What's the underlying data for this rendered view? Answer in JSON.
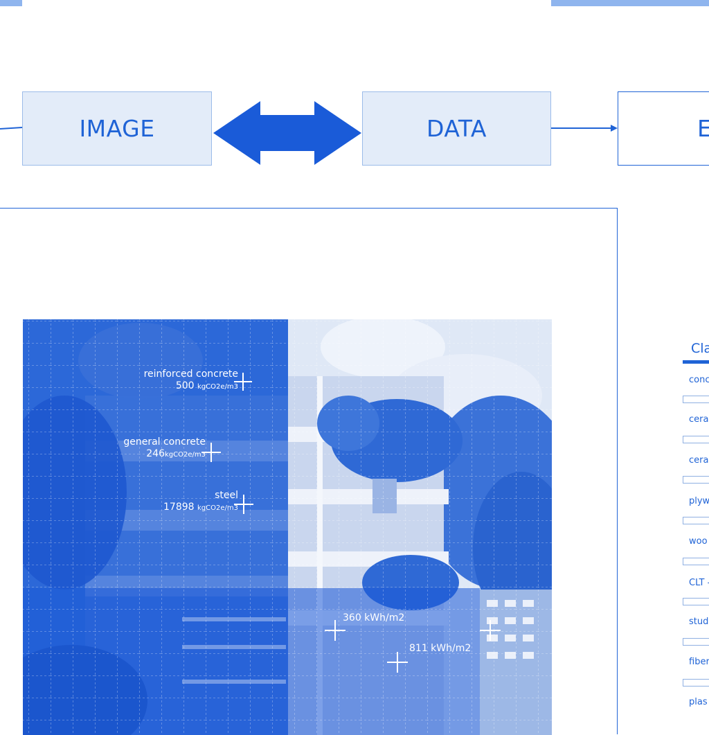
{
  "flow": {
    "box_image": "IMAGE",
    "box_data": "DATA",
    "box_third_partial": "E"
  },
  "photo": {
    "annotations": [
      {
        "label": "reinforced concrete",
        "value": "500",
        "unit": "kgCO2e/m3"
      },
      {
        "label": "general concrete",
        "value": "246",
        "unit": "kgCO2e/m3"
      },
      {
        "label": "steel",
        "value": "17898",
        "unit": "kgCO2e/m3"
      }
    ],
    "energy": [
      {
        "value": "360 kWh/m2"
      },
      {
        "value": "811 kWh/m2"
      }
    ]
  },
  "sidebar": {
    "title": "Cla",
    "items": [
      {
        "label": "conc"
      },
      {
        "label": "cera"
      },
      {
        "label": "cera"
      },
      {
        "label": "plyw"
      },
      {
        "label": "woo"
      },
      {
        "label": "CLT -"
      },
      {
        "label": "stud"
      },
      {
        "label": "fiber"
      },
      {
        "label": "plas"
      }
    ]
  },
  "colors": {
    "accent": "#1f63d6",
    "box_fill": "#e3ecf9",
    "box_border": "#9bbbe9",
    "top_strip": "#8fb5ee"
  }
}
